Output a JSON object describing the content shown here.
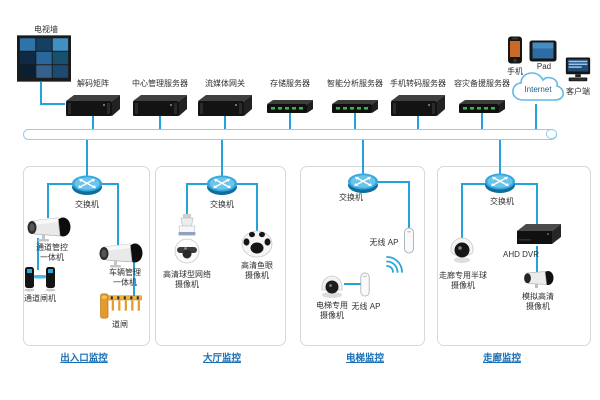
{
  "colors": {
    "line": "#24a3da",
    "pipe_border": "#8ecfee",
    "zone_title": "#1a6fb5",
    "label_text": "#303030",
    "barrier_yellow": "#e59b2c",
    "led_green": "#39b54a"
  },
  "top": {
    "tv_wall_label": "电视墙",
    "servers": [
      {
        "label": "解码矩阵"
      },
      {
        "label": "中心管理服务器"
      },
      {
        "label": "流媒体网关"
      },
      {
        "label": "存储服务器"
      },
      {
        "label": "智能分析服务器"
      },
      {
        "label": "手机转码服务器"
      },
      {
        "label": "容灾备援服务器"
      }
    ],
    "clients": {
      "phone": "手机",
      "pad": "Pad",
      "desktop": "客户端"
    },
    "cloud_label": "Internet"
  },
  "zones": [
    {
      "title": "出入口监控",
      "switch_label": "交换机",
      "devices": {
        "camera1": "通道管控\n一体机",
        "gate": "通道闸机",
        "camera2": "车辆管理\n一体机",
        "barrier": "道闸"
      }
    },
    {
      "title": "大厅监控",
      "switch_label": "交换机",
      "devices": {
        "ptz": "高清球型网络\n摄像机",
        "fisheye": "高清鱼眼\n摄像机"
      }
    },
    {
      "title": "电梯监控",
      "switch_label": "交换机",
      "devices": {
        "ap1": "无线 AP",
        "camera": "电梯专用\n摄像机",
        "ap2": "无线 AP"
      }
    },
    {
      "title": "走廊监控",
      "switch_label": "交换机",
      "devices": {
        "dome": "走廊专用半球\n摄像机",
        "dvr": "AHD DVR",
        "bullet": "模拟高清\n摄像机"
      }
    }
  ]
}
